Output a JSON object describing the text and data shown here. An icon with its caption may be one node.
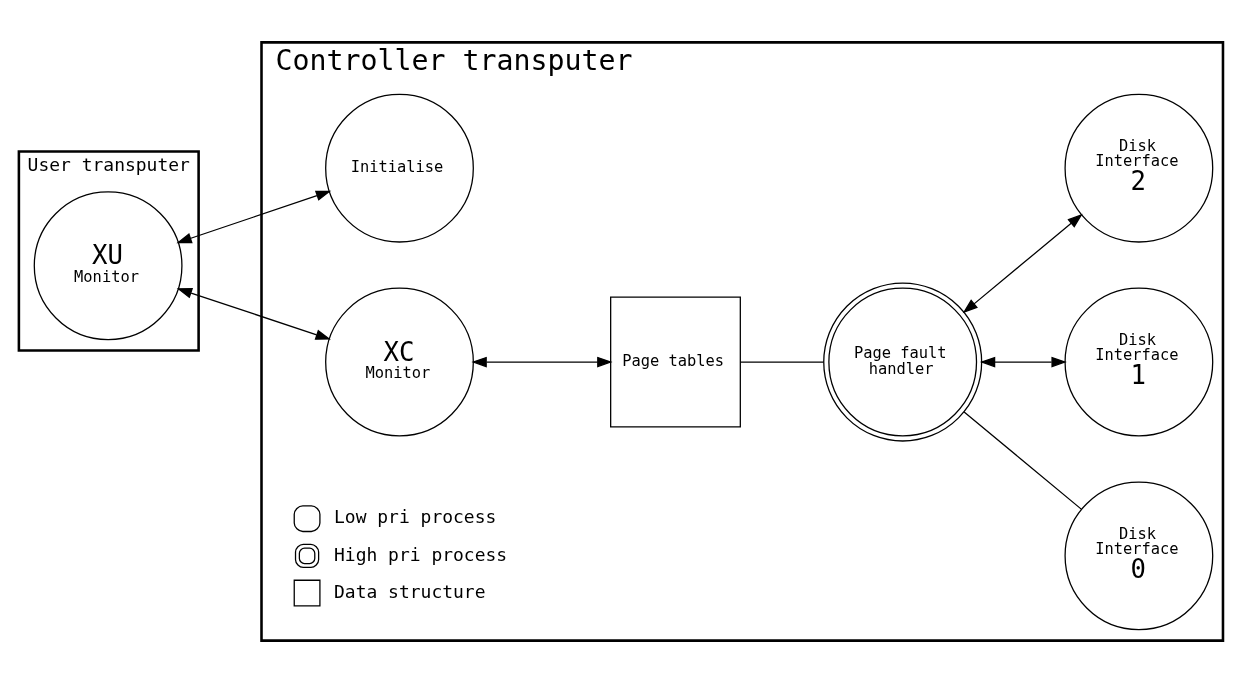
{
  "diagram": {
    "nodes": [
      {
        "text": [
          "User transputer"
        ]
      },
      {
        "text": [
          "XU",
          "Monitor"
        ],
        "in": 0
      },
      {
        "text": [
          "Controller transputer"
        ]
      },
      {
        "text": [
          "Initialise"
        ],
        "in": 2
      },
      {
        "text": [
          "Page tables"
        ],
        "in": 2
      },
      {
        "text": [
          "XC",
          "Monitor"
        ],
        "in": 2
      },
      {
        "text": [
          "Page fault handler"
        ],
        "in": 2
      },
      {
        "text": [
          "Disk Interface",
          "0"
        ],
        "in": 2
      },
      {
        "text": [
          "Disk Interface",
          "1"
        ],
        "in": 2
      },
      {
        "text": [
          "Disk Interface",
          "2"
        ],
        "in": 2
      }
    ],
    "edges": [
      {
        "from": 1,
        "to": 3,
        "arrow": "both"
      },
      {
        "from": 1,
        "to": 5,
        "arrow": "both"
      },
      {
        "from": 5,
        "to": 4,
        "arrow": "both"
      },
      {
        "from": 4,
        "to": 6,
        "arrow": "none"
      },
      {
        "from": 6,
        "to": 7,
        "arrow": "none"
      },
      {
        "from": 6,
        "to": 8,
        "arrow": "both"
      },
      {
        "from": 6,
        "to": 9,
        "arrow": "both"
      }
    ],
    "legend": [
      {
        "text": "Low pri process"
      },
      {
        "text": "High pri process"
      },
      {
        "text": "Data structure"
      }
    ]
  }
}
